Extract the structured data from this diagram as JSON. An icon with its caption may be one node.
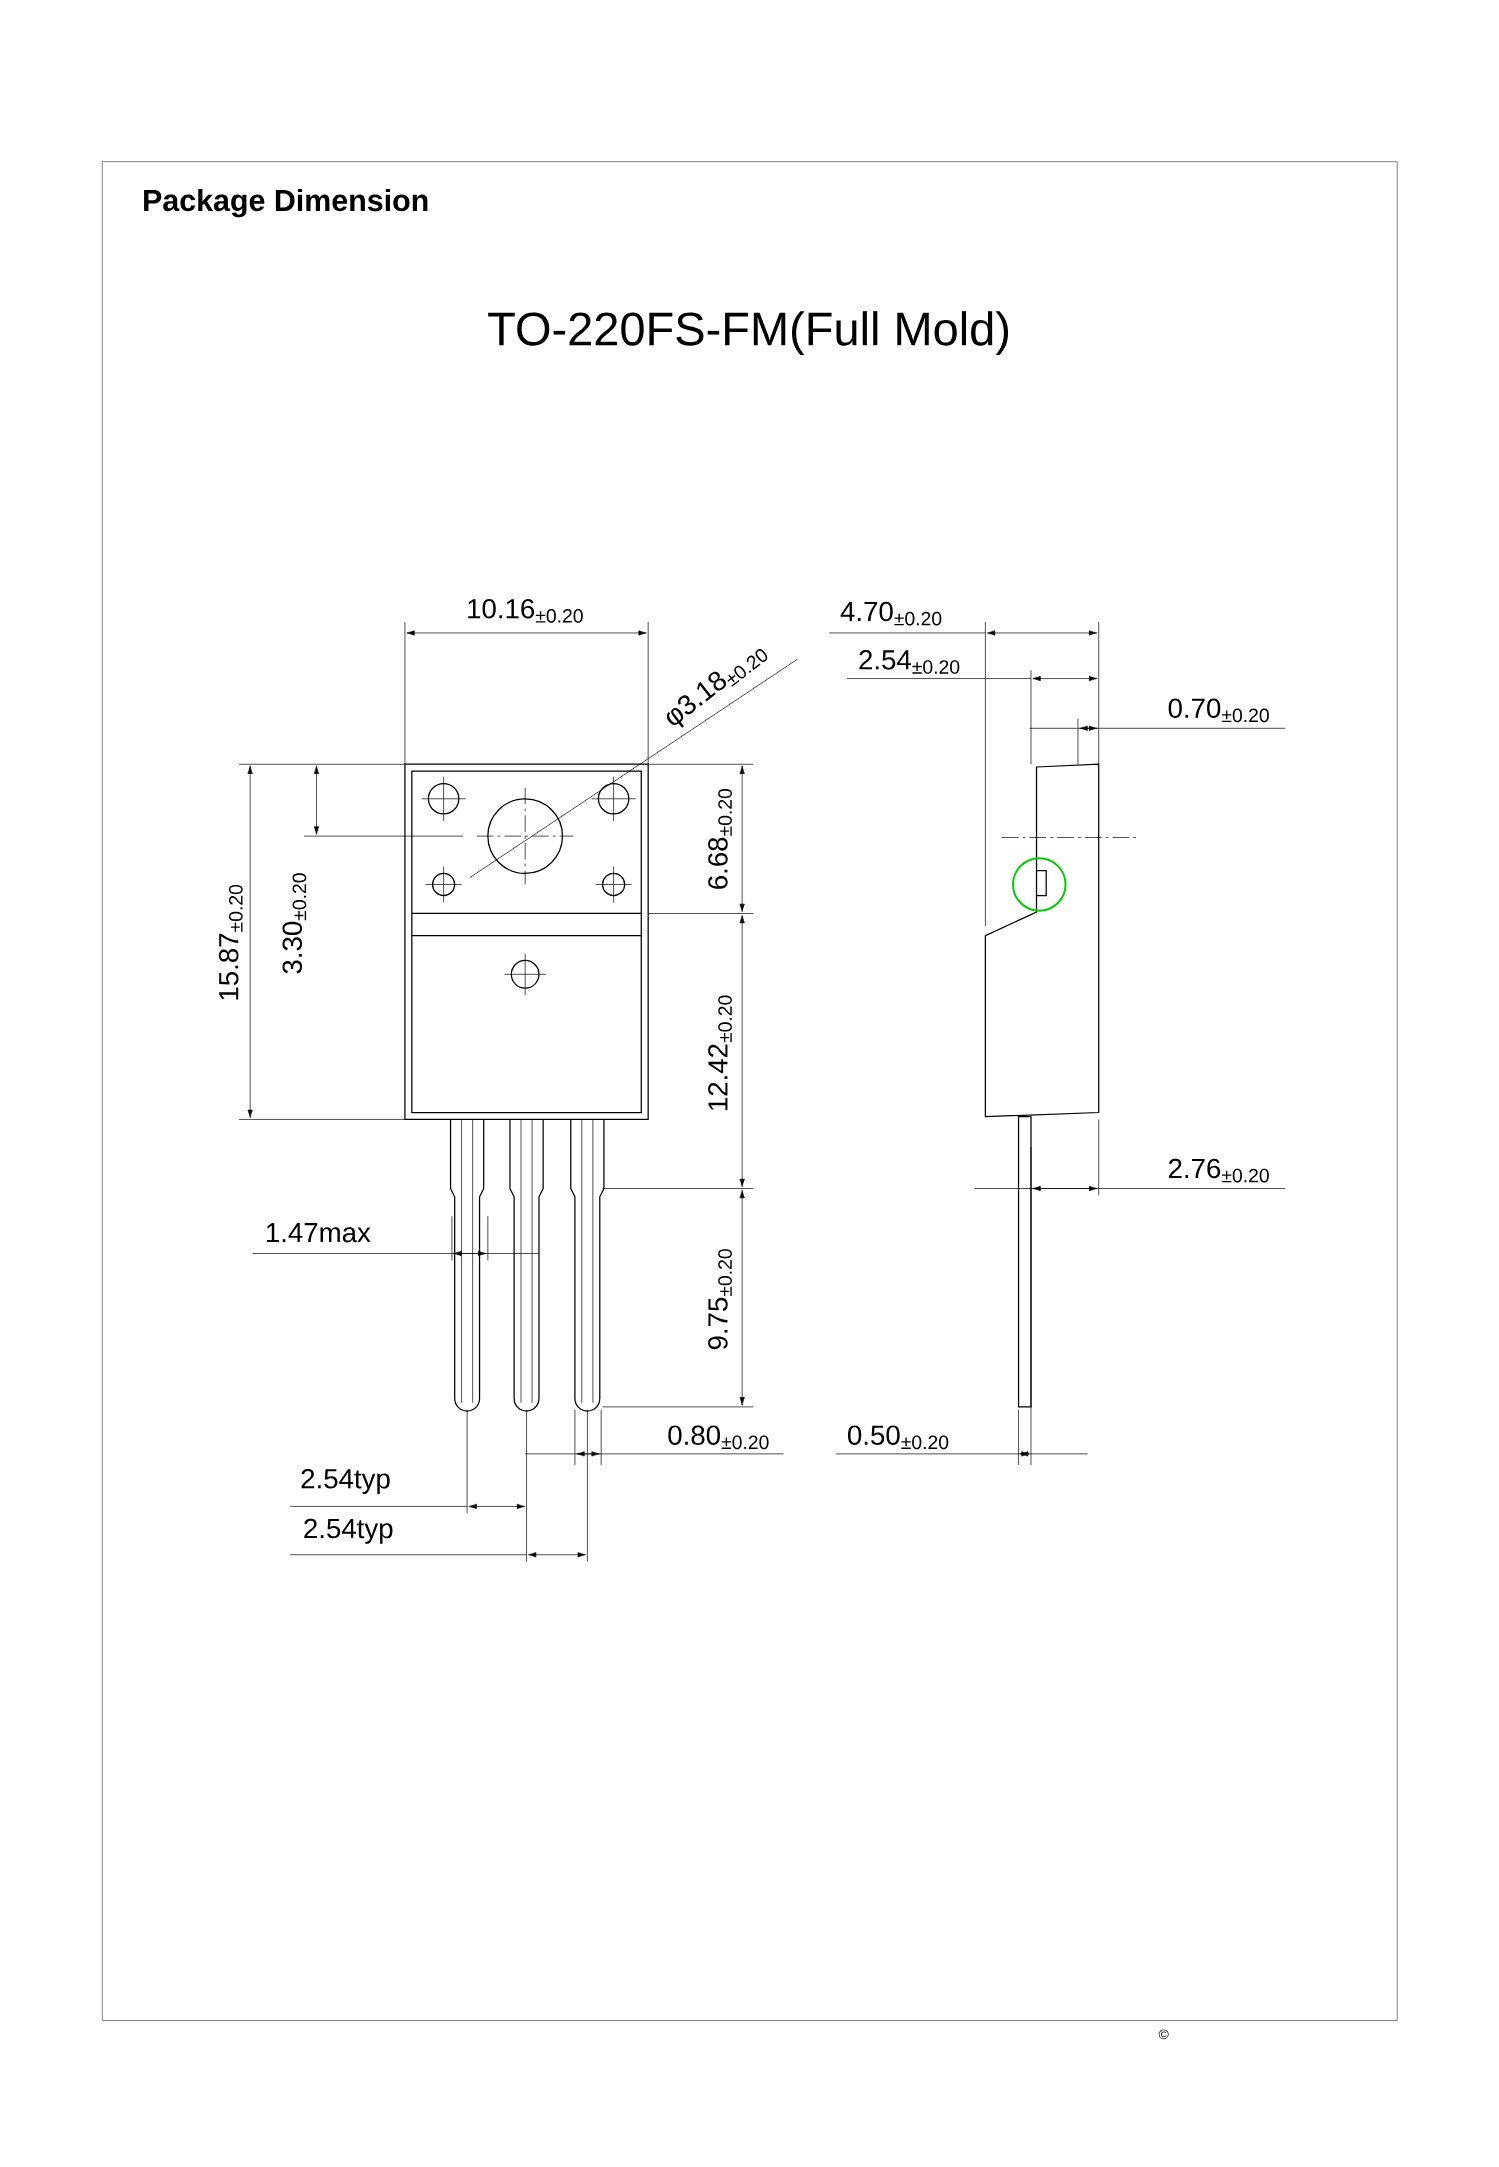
{
  "diagram": {
    "title": "Package Dimension",
    "labels": [
      "TO-220FS-FM(Full Mold)",
      "10.16$_{±0.20}$",
      "φ3.18$_{±0.20}$",
      "4.70$_{±0.20}$",
      "2.54$_{±0.20}$",
      "0.70$_{±0.20}$",
      "15.87$_{±0.20}$",
      "3.30$_{±0.20}$",
      "6.68$_{±0.20}$",
      "12.42$_{±0.20}$",
      "1.47max",
      "9.75$_{±0.20}$",
      "2.76$_{±0.20}$",
      "0.80$_{±0.20}$",
      "0.50$_{±0.20}$",
      "2.54typ",
      "2.54typ",
      "©"
    ]
  }
}
